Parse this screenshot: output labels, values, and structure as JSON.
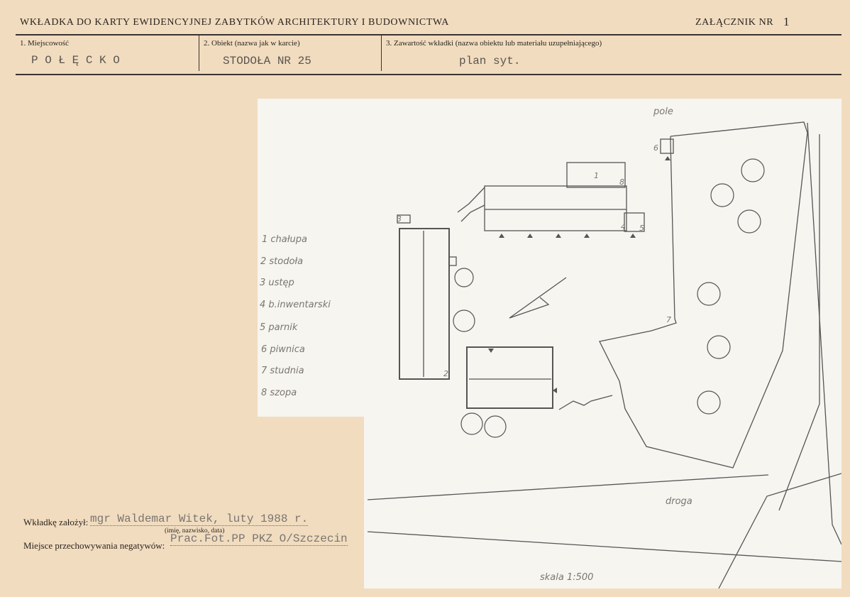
{
  "header": {
    "title": "WKŁADKA DO KARTY EWIDENCYJNEJ ZABYTKÓW ARCHITEKTURY I BUDOWNICTWA",
    "annex_label": "ZAŁĄCZNIK NR",
    "annex_number": "1"
  },
  "fields": [
    {
      "label": "1. Miejscowość",
      "value": "P O Ł Ę C K O"
    },
    {
      "label": "2. Obiekt (nazwa jak w karcie)",
      "value": "STODOŁA NR 25"
    },
    {
      "label": "3. Zawartość wkładki (nazwa obiektu lub materiału uzupełniającego)",
      "value": "plan syt."
    }
  ],
  "plan": {
    "top_label": "pole",
    "road_label": "droga",
    "scale": "skala 1:500",
    "legend": [
      "1 chałupa",
      "2 stodoła",
      "3 ustęp",
      "4 b.inwentarski",
      "5 parnik",
      "6 piwnica",
      "7 studnia",
      "8 szopa"
    ],
    "numbers": [
      "1",
      "2",
      "3",
      "4",
      "5",
      "6",
      "7",
      "8"
    ]
  },
  "footer": {
    "author_label": "Wkładkę założył:",
    "author_value": "mgr Waldemar Witek, luty 1988 r.",
    "author_hint": "(imię, nazwisko, data)",
    "storage_label": "Miejsce przechowywania negatywów:",
    "storage_value": "Prac.Fot.PP PKZ O/Szczecin"
  },
  "colors": {
    "card": "#f1dcbf",
    "plan_paper": "#f7f5f0",
    "ink": "#2a2420",
    "plan_ink": "#555555"
  }
}
